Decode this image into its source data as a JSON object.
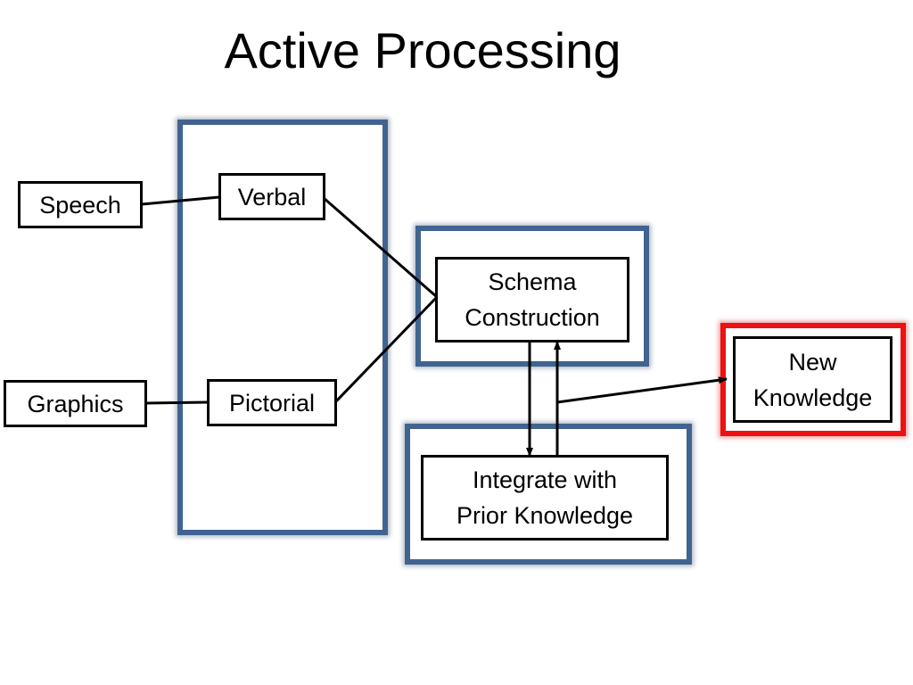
{
  "title": "Active Processing",
  "nodes": {
    "speech": "Speech",
    "graphics": "Graphics",
    "verbal": "Verbal",
    "pictorial": "Pictorial",
    "schema_line1": "Schema",
    "schema_line2": "Construction",
    "integrate_line1": "Integrate with",
    "integrate_line2": "Prior Knowledge",
    "new_line1": "New",
    "new_line2": "Knowledge"
  },
  "colors": {
    "group_border": "#41638f",
    "highlight_border": "#ee1111",
    "node_border": "#000000"
  }
}
